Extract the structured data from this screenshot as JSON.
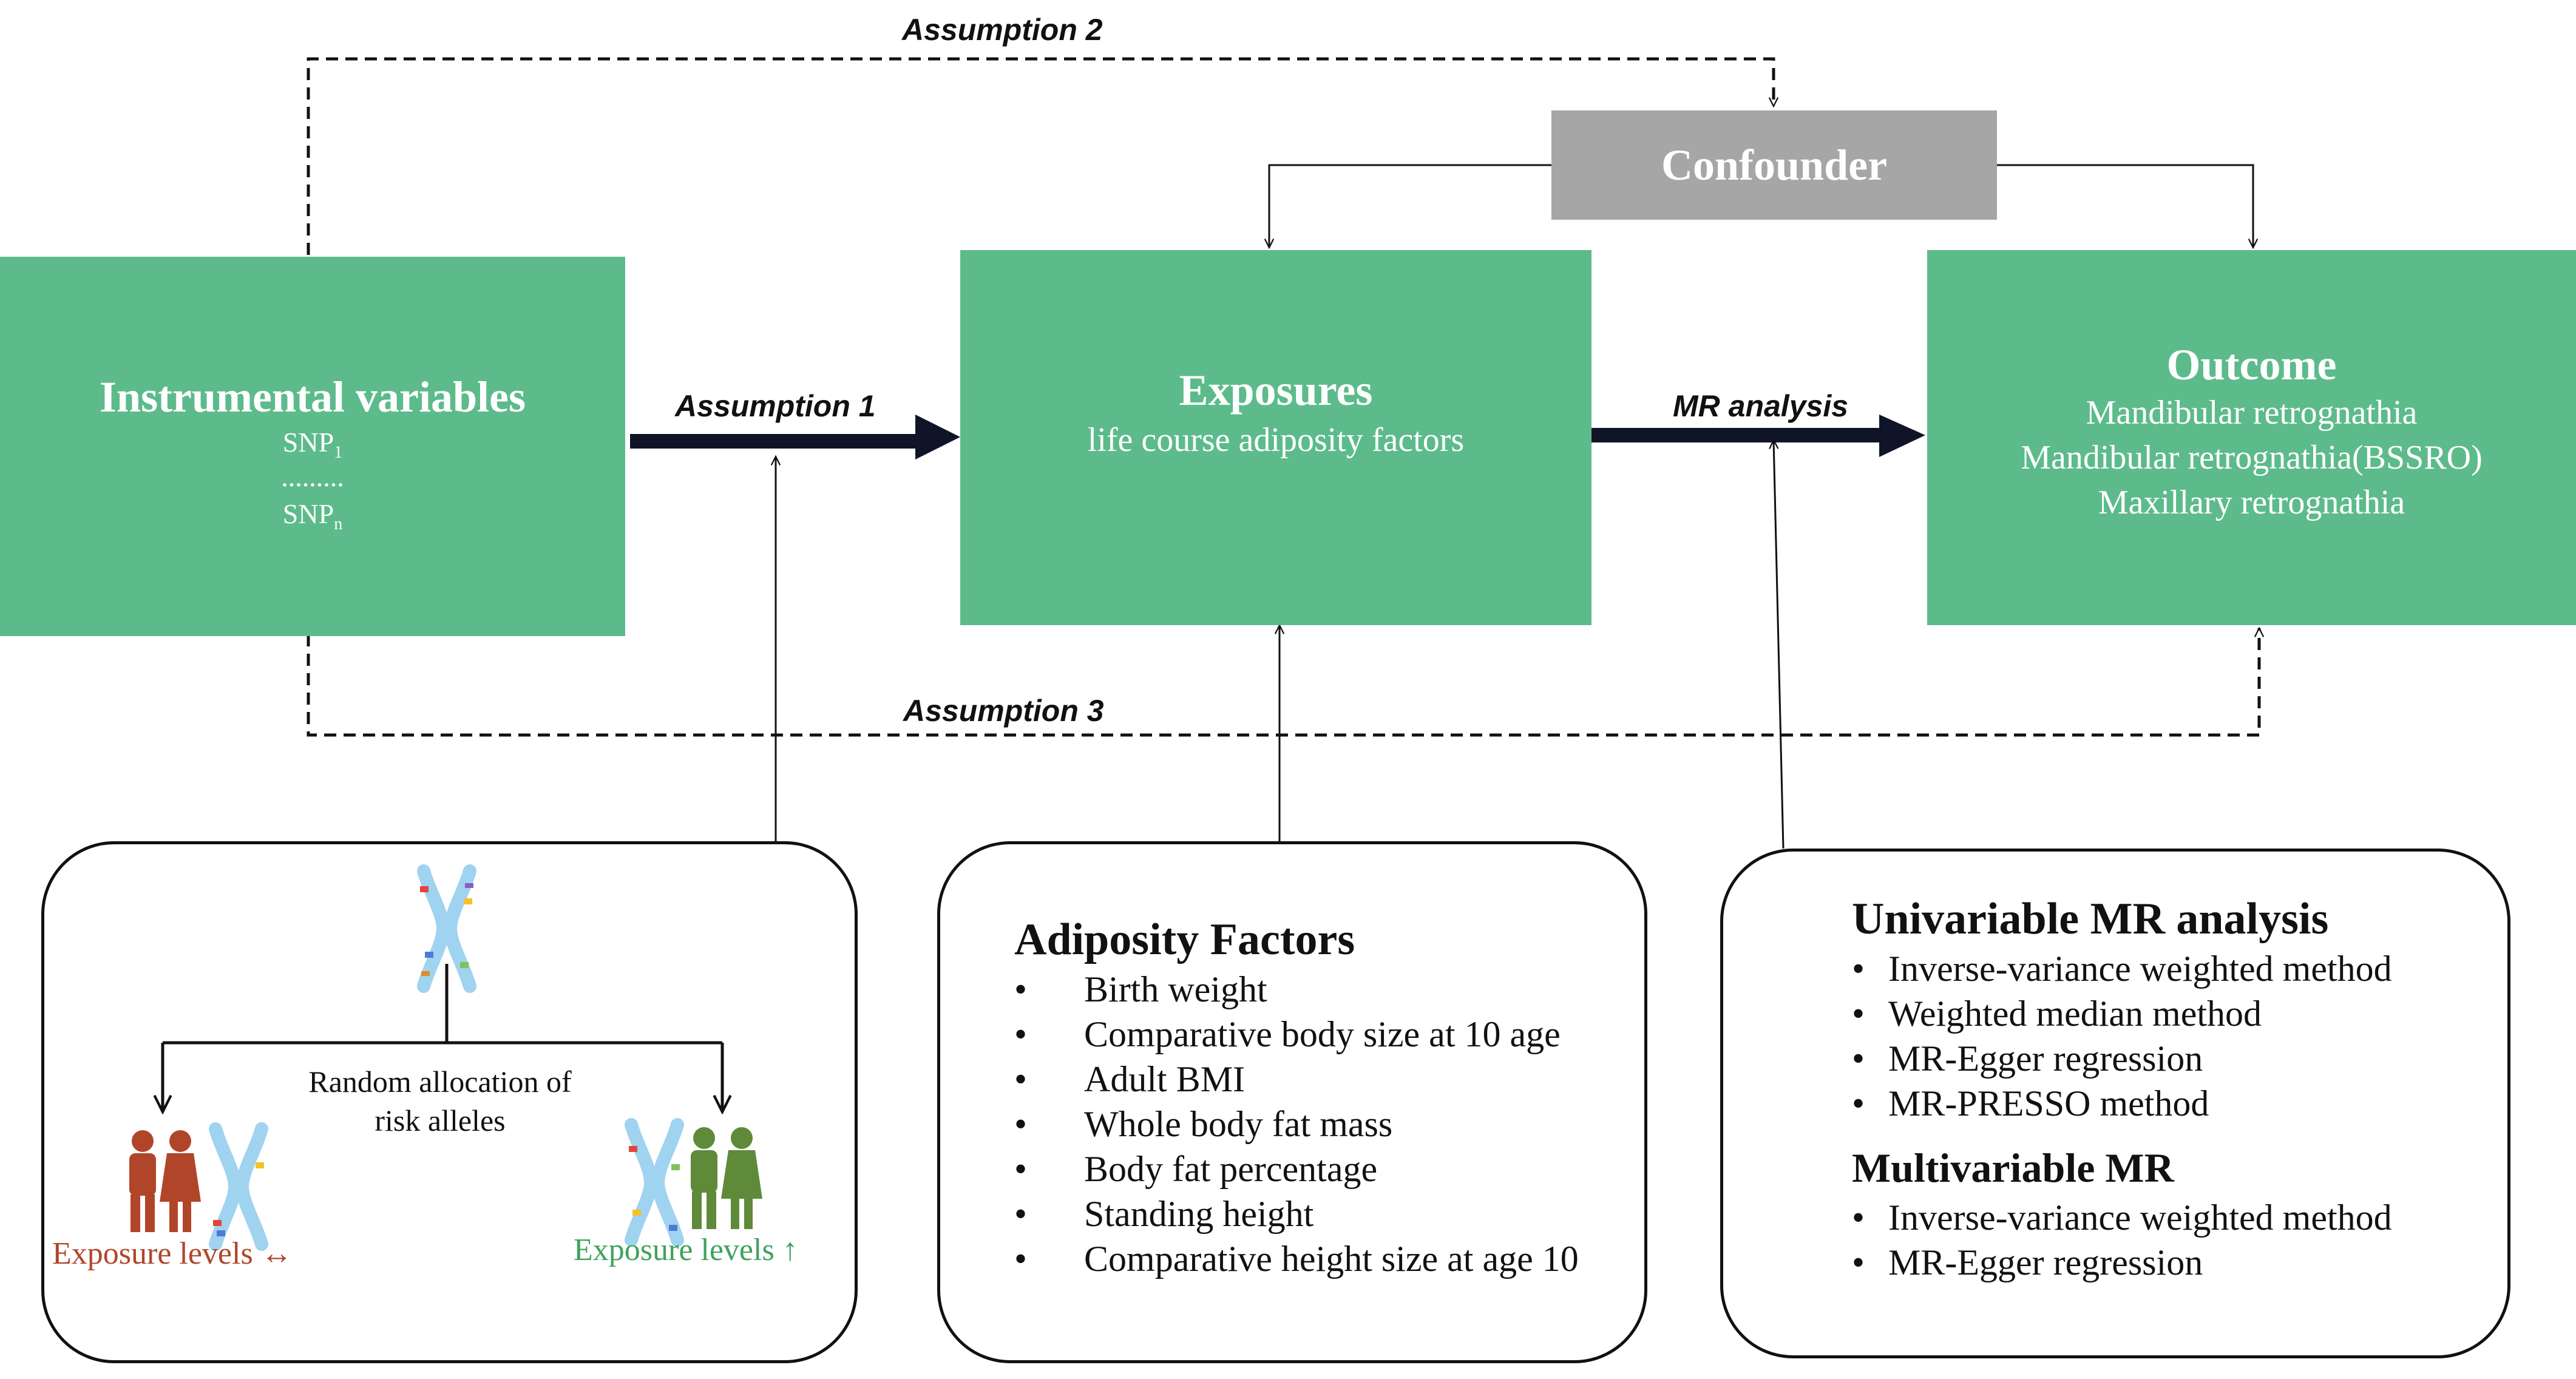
{
  "colors": {
    "box_green": "#5dbb8b",
    "confounder_gray": "#a6a6a6",
    "line": "#111111",
    "arrow_dark": "#0f1526",
    "exposure_red": "#b1452a",
    "exposure_green": "#3fa25d"
  },
  "confounder": {
    "label": "Confounder"
  },
  "instrumental": {
    "title": "Instrumental variables",
    "snp1_base": "SNP",
    "snp1_sub": "1",
    "dots": ".........",
    "snpn_base": "SNP",
    "snpn_sub": "n"
  },
  "exposures": {
    "title": "Exposures",
    "subtitle": "life course adiposity factors"
  },
  "outcome": {
    "title": "Outcome",
    "items": [
      "Mandibular retrognathia",
      "Mandibular retrognathia(BSSRO)",
      "Maxillary retrognathia"
    ]
  },
  "assumptions": {
    "a1": "Assumption 1",
    "a2": "Assumption 2",
    "a3": "Assumption 3",
    "mr": "MR analysis"
  },
  "panel_random": {
    "caption_line1": "Random allocation of",
    "caption_line2": "risk alleles",
    "left_label": "Exposure levels ↔",
    "right_label": "Exposure levels ↑",
    "icons": [
      "chromosome-icon",
      "couple-icon"
    ]
  },
  "panel_adiposity": {
    "title": "Adiposity Factors",
    "items": [
      "Birth weight",
      "Comparative body size at 10 age",
      "Adult BMI",
      "Whole body fat mass",
      "Body fat percentage",
      "Standing height",
      "Comparative height size at age 10"
    ]
  },
  "panel_mr": {
    "univariable_title": "Univariable MR analysis",
    "univariable_items": [
      "Inverse-variance weighted method",
      "Weighted median method",
      "MR-Egger regression",
      "MR-PRESSO method"
    ],
    "multivariable_title": "Multivariable MR",
    "multivariable_items": [
      "Inverse-variance weighted method",
      "MR-Egger regression"
    ]
  }
}
